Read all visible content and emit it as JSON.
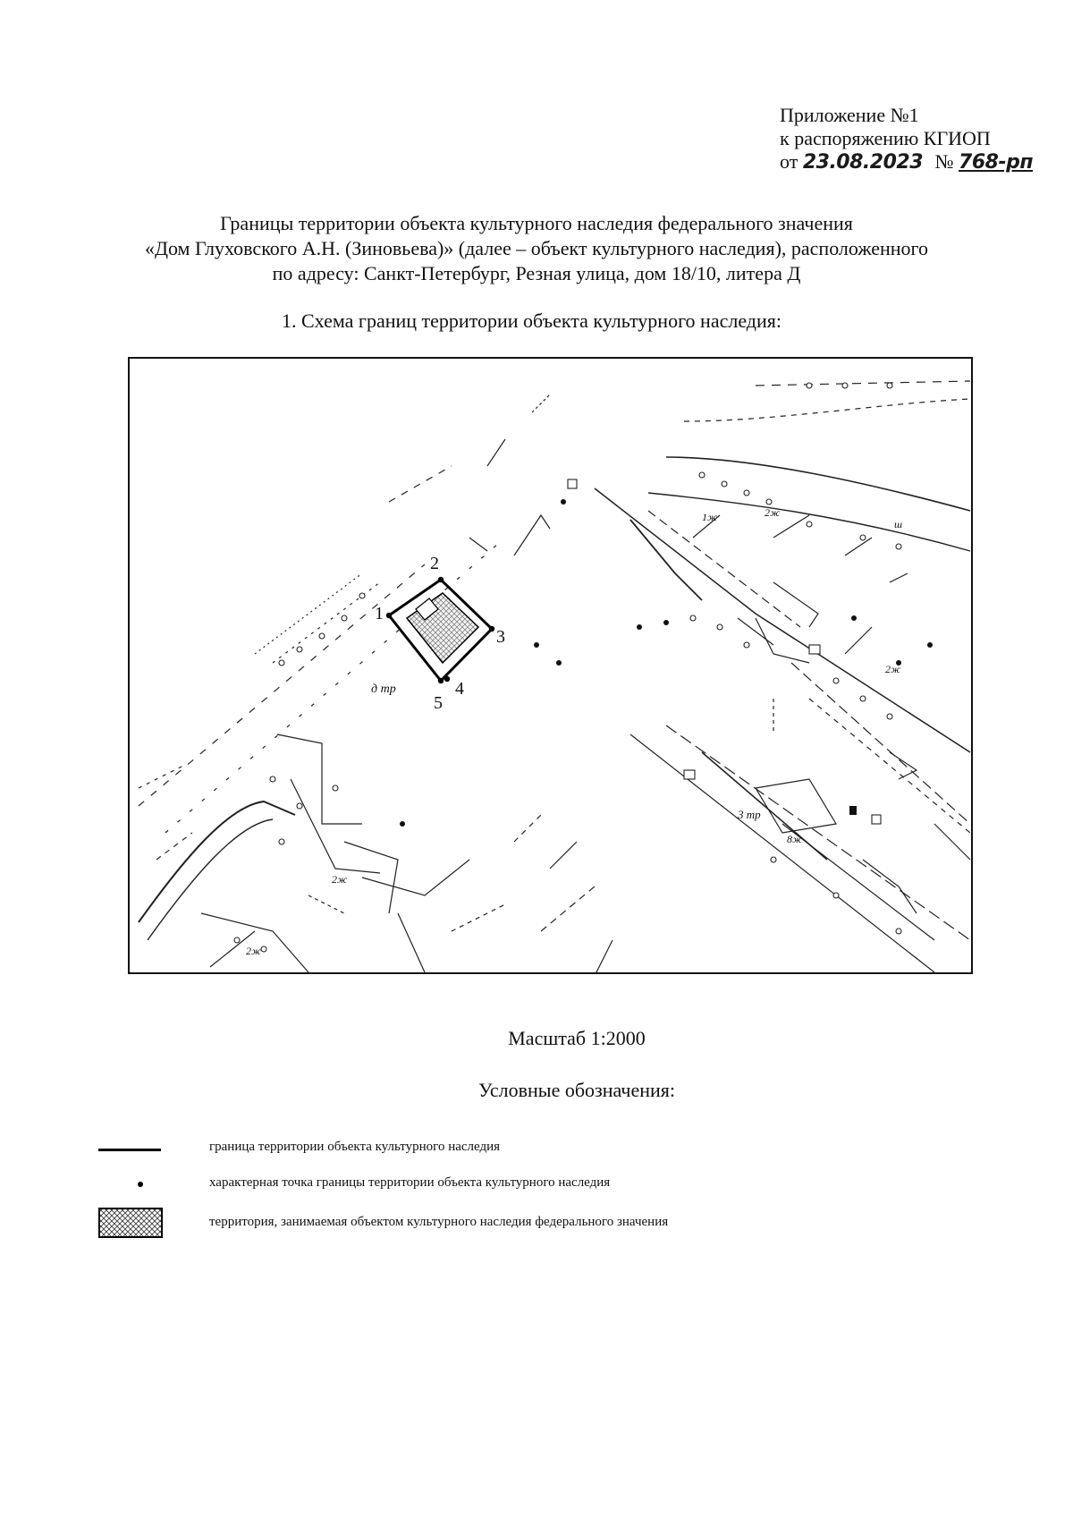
{
  "header": {
    "annex_line1": "Приложение №1",
    "annex_line2": "к распоряжению КГИОП",
    "date_prefix": "от",
    "date_value": "23.08.2023",
    "number_prefix": "№",
    "number_value": "768-рп"
  },
  "title": {
    "line1": "Границы территории объекта культурного наследия федерального значения",
    "line2": "«Дом Глуховского А.Н. (Зиновьева)» (далее – объект культурного наследия), расположенного",
    "line3": "по адресу: Санкт-Петербург, Резная улица, дом 18/10, литера Д"
  },
  "section_heading": "1.   Схема границ территории объекта культурного наследия:",
  "map": {
    "boundary_points": [
      "1",
      "2",
      "3",
      "4",
      "5"
    ],
    "annotations": [
      "д тр",
      "3 тр",
      "2ж",
      "8ж",
      "1ж",
      "2ж",
      "2ж",
      "2ж",
      "ш"
    ]
  },
  "scale": "Масштаб 1:2000",
  "legend": {
    "title": "Условные обозначения:",
    "items": [
      {
        "symbol": "line",
        "text": "граница территории объекта культурного наследия"
      },
      {
        "symbol": "dot",
        "text": "характерная точка границы территории объекта культурного наследия"
      },
      {
        "symbol": "hatch",
        "text": "территория, занимаемая объектом культурного наследия федерального значения"
      }
    ]
  }
}
